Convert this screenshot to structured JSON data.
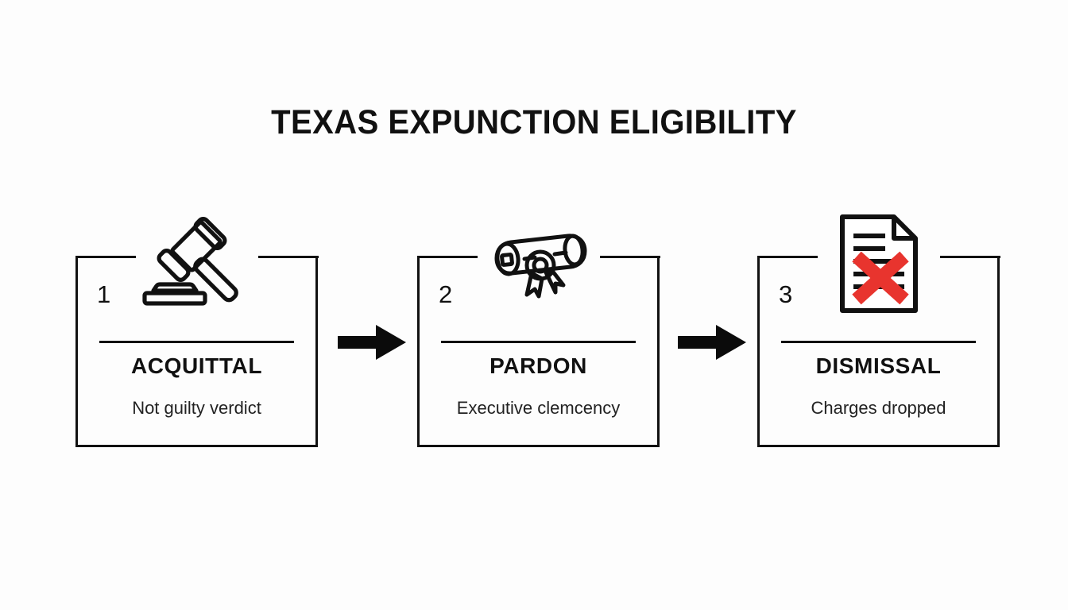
{
  "page": {
    "title": "TEXAS EXPUNCTION ELIGIBILITY",
    "background_color": "#fdfdfd",
    "ink_color": "#111111",
    "accent_color": "#e8342e"
  },
  "flow": {
    "steps": [
      {
        "number": "1",
        "title": "ACQUITTAL",
        "subtitle": "Not guilty verdict",
        "icon": "gavel-icon"
      },
      {
        "number": "2",
        "title": "PARDON",
        "subtitle": "Executive clemcency",
        "icon": "scroll-certificate-icon"
      },
      {
        "number": "3",
        "title": "DISMISSAL",
        "subtitle": "Charges dropped",
        "icon": "document-rejected-icon"
      }
    ],
    "connectors": [
      {
        "icon": "arrow-right-icon"
      },
      {
        "icon": "arrow-right-icon"
      }
    ]
  }
}
